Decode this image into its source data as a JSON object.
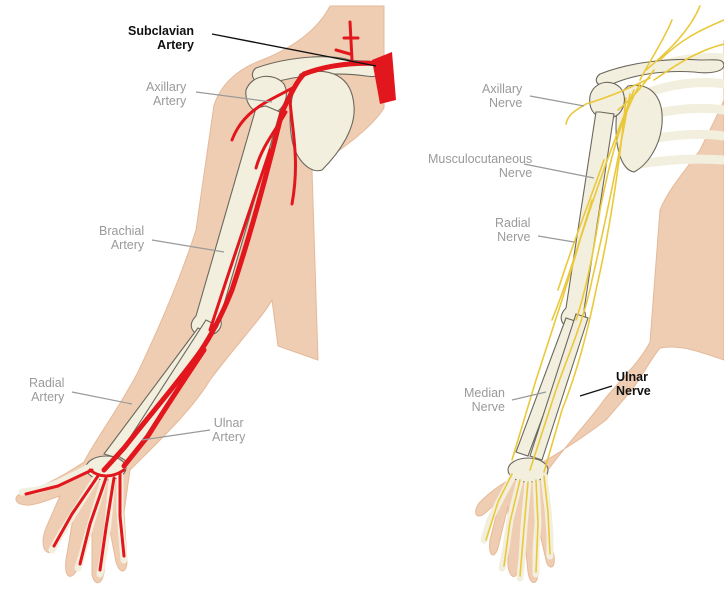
{
  "colors": {
    "skin": "#efcdb3",
    "skin_shadow": "#e5b999",
    "bone": "#f3efde",
    "bone_outline": "#6b675c",
    "artery": "#e2161d",
    "nerve": "#eac83a",
    "label_muted": "#9a9a9a",
    "label_highlight": "#111111"
  },
  "arteries": {
    "subclavian": [
      "Subclavian",
      "Artery"
    ],
    "axillary": [
      "Axillary",
      "Artery"
    ],
    "brachial": [
      "Brachial",
      "Artery"
    ],
    "radial": [
      "Radial",
      "Artery"
    ],
    "ulnar": [
      "Ulnar",
      "Artery"
    ]
  },
  "nerves": {
    "axillary": [
      "Axillary",
      "Nerve"
    ],
    "musculocutaneous": [
      "Musculocutaneous",
      "Nerve"
    ],
    "radial": [
      "Radial",
      "Nerve"
    ],
    "median": [
      "Median",
      "Nerve"
    ],
    "ulnar": [
      "Ulnar",
      "Nerve"
    ]
  }
}
